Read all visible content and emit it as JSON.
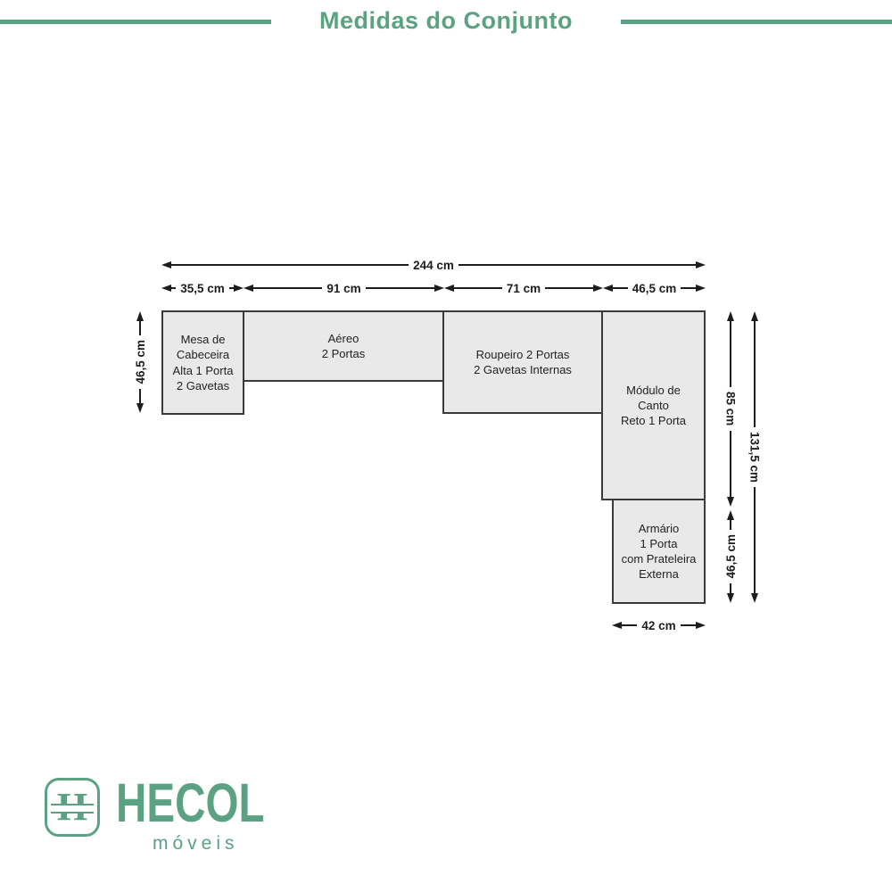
{
  "colors": {
    "accent": "#5ba183",
    "line": "#1d1d1d",
    "box_fill": "#e9e9e9",
    "box_border": "#3a3a3a"
  },
  "header": {
    "title": "Medidas do Conjunto"
  },
  "diagram": {
    "boxes": {
      "mesa": {
        "label": "Mesa de\nCabeceira\nAlta 1 Porta\n2 Gavetas"
      },
      "aereo": {
        "label": "Aéreo\n2 Portas"
      },
      "roupeiro": {
        "label": "Roupeiro 2 Portas\n2 Gavetas Internas"
      },
      "modulo": {
        "label": "Módulo de\nCanto\nReto 1 Porta"
      },
      "armario": {
        "label": "Armário\n1 Porta\ncom Prateleira\nExterna"
      }
    },
    "dims": {
      "total_width": "244 cm",
      "mesa_width": "35,5 cm",
      "aereo_width": "91 cm",
      "roupeiro_width": "71 cm",
      "modulo_width": "46,5 cm",
      "mesa_height": "46,5 cm",
      "modulo_height": "85 cm",
      "armario_height": "46,5 cm",
      "total_height": "131,5 cm",
      "armario_width": "42 cm"
    }
  },
  "logo": {
    "monogram": "H",
    "name": "HECOL",
    "tagline": "móveis"
  }
}
